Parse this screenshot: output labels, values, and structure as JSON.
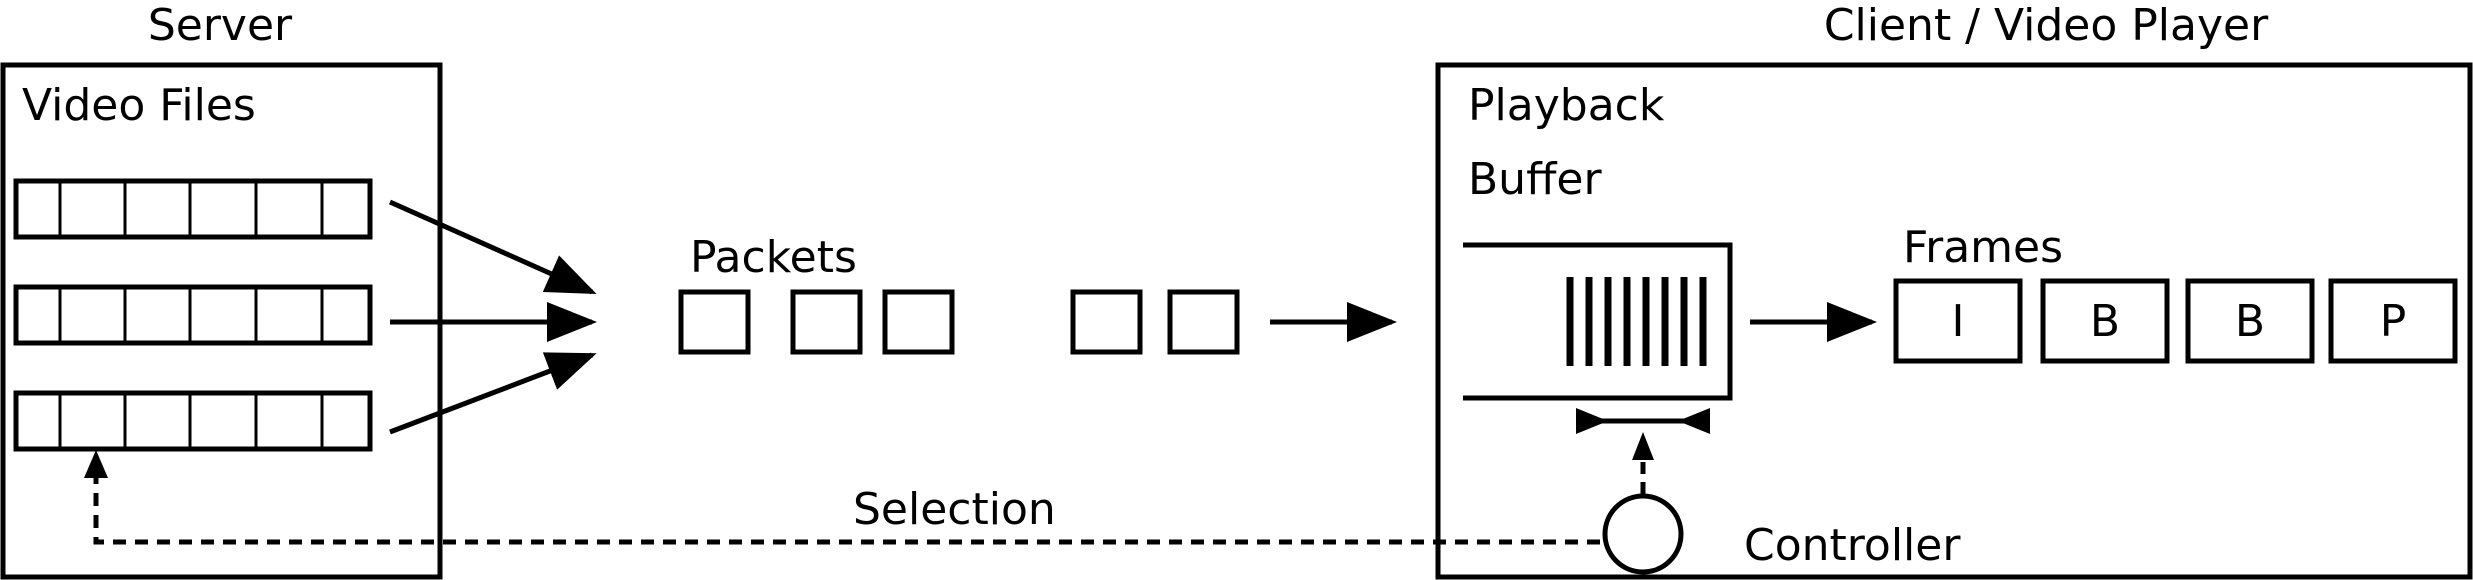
{
  "server": {
    "title": "Server",
    "files_label": "Video Files",
    "file_count": 3,
    "segments_per_file": 6
  },
  "packets": {
    "label": "Packets"
  },
  "client": {
    "title": "Client / Video Player",
    "buffer_label_line1": "Playback",
    "buffer_label_line2": "Buffer",
    "frames_label": "Frames",
    "frames": [
      "I",
      "B",
      "B",
      "P"
    ],
    "controller_label": "Controller"
  },
  "selection_label": "Selection"
}
